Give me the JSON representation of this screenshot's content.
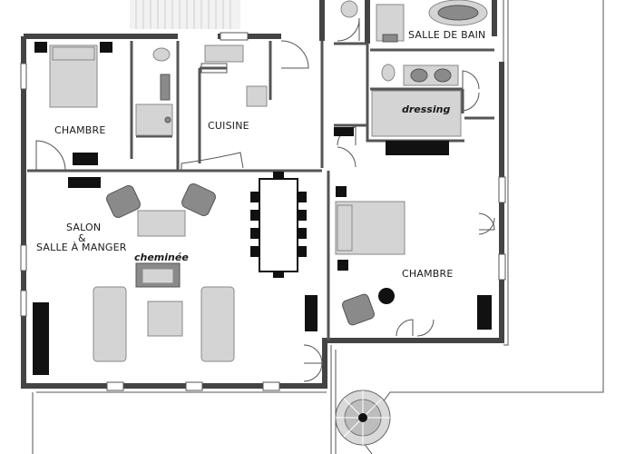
{
  "rooms": {
    "chambre_left": "CHAMBRE",
    "cuisine": "CUISINE",
    "salle_de_bain": "SALLE DE BAIN",
    "dressing": "dressing",
    "salon_line1": "SALON",
    "salon_line2": "&",
    "salon_line3": "SALLE À MANGER",
    "cheminee": "cheminée",
    "chambre_right": "CHAMBRE"
  }
}
